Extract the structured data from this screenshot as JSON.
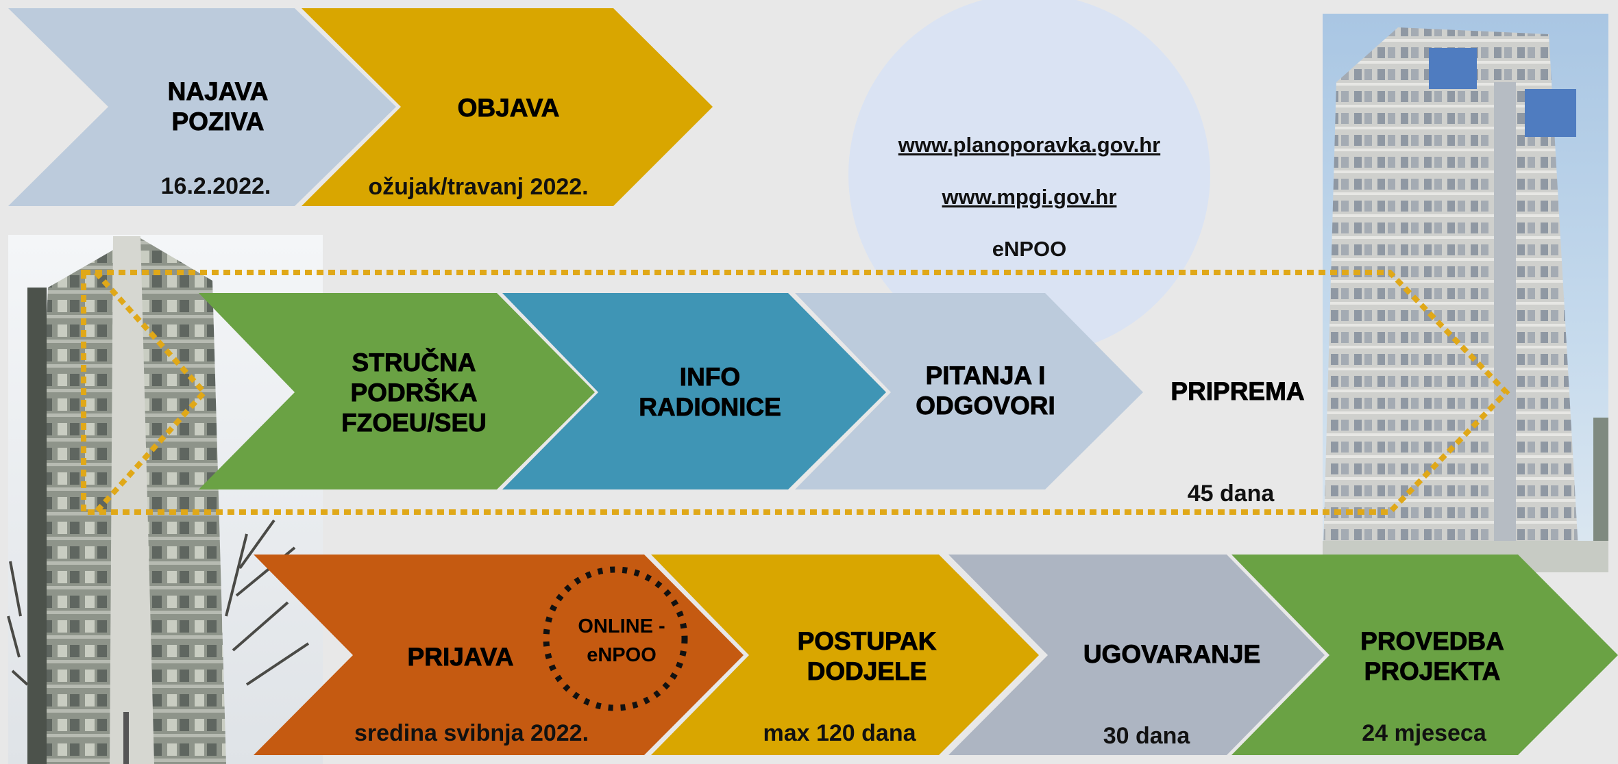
{
  "colors": {
    "background": "#e8e8e8",
    "light_blue": "#bccbdc",
    "gold": "#d9a600",
    "green": "#6aa244",
    "teal": "#3f95b5",
    "orange": "#c55a11",
    "gray_blue": "#adb5c2",
    "circle": "#dae3f3",
    "dotted": "#e0a818"
  },
  "top_row": {
    "najava": {
      "line1": "NAJAVA",
      "line2": "POZIVA",
      "date": "16.2.2022."
    },
    "objava": {
      "title": "OBJAVA",
      "date": "ožujak/travanj 2022."
    }
  },
  "info_circle": {
    "link1": "www.planoporavka.gov.hr",
    "link2": "www.mpgi.gov.hr",
    "label": "eNPOO"
  },
  "middle_row": {
    "strucna": {
      "line1": "STRUČNA",
      "line2": "PODRŠKA",
      "line3": "FZOEU/SEU"
    },
    "info": {
      "line1": "INFO",
      "line2": "RADIONICE"
    },
    "pitanja": {
      "line1": "PITANJA I",
      "line2": "ODGOVORI"
    },
    "priprema": {
      "title": "PRIPREMA",
      "duration": "45 dana"
    }
  },
  "bottom_row": {
    "prijava": {
      "title": "PRIJAVA",
      "online_line1": "ONLINE -",
      "online_line2": "eNPOO",
      "date": "sredina svibnja 2022."
    },
    "postupak": {
      "line1": "POSTUPAK",
      "line2": "DODJELE",
      "duration": "max 120 dana"
    },
    "ugovaranje": {
      "title": "UGOVARANJE",
      "duration": "30 dana"
    },
    "provedba": {
      "line1": "PROVEDBA",
      "line2": "PROJEKTA",
      "duration": "24 mjeseca"
    }
  }
}
